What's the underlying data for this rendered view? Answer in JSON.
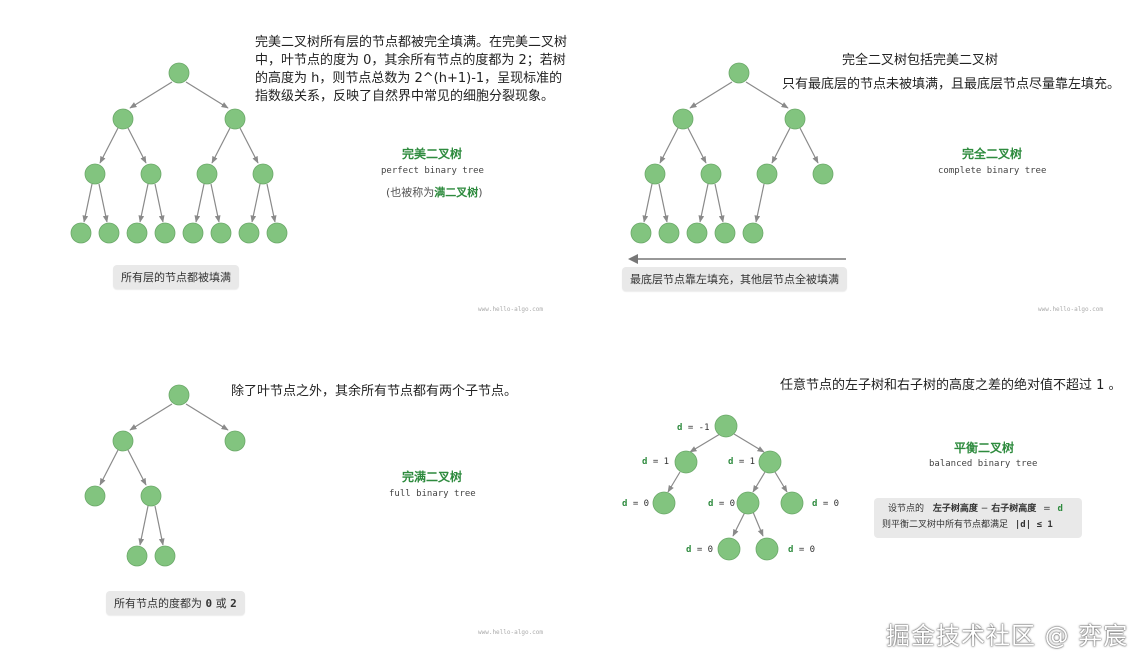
{
  "perfect": {
    "desc": "完美二叉树所有层的节点都被完全填满。在完美二叉树中，叶节点的度为 0，其余所有节点的度都为 2；若树的高度为 h，则节点总数为 2^(h+1)-1，呈现标准的指数级关系，反映了自然界中常见的细胞分裂现象。",
    "title_cn": "完美二叉树",
    "title_en": "perfect binary tree",
    "alias_prefix": "(也被称为",
    "alias_bold": "满二叉树",
    "alias_suffix": ")",
    "caption": "所有层的节点都被填满",
    "watermark": "www.hello-algo.com"
  },
  "complete": {
    "desc_line1": "完全二叉树包括完美二叉树",
    "desc_line2": "只有最底层的节点未被填满，且最底层节点尽量靠左填充。",
    "title_cn": "完全二叉树",
    "title_en": "complete binary tree",
    "caption": "最底层节点靠左填充，其他层节点全被填满",
    "watermark": "www.hello-algo.com"
  },
  "full": {
    "desc": "除了叶节点之外，其余所有节点都有两个子节点。",
    "title_cn": "完满二叉树",
    "title_en": "full binary tree",
    "caption_prefix": "所有节点的度都为",
    "caption_v1": "0",
    "caption_mid": "或",
    "caption_v2": "2",
    "watermark": "www.hello-algo.com"
  },
  "balanced": {
    "desc": "任意节点的左子树和右子树的高度之差的绝对值不超过 1 。",
    "title_cn": "平衡二叉树",
    "title_en": "balanced binary tree",
    "info_line1_prefix": "设节点的",
    "info_left": "左子树高度",
    "info_minus": "−",
    "info_right": "右子树高度",
    "info_eq": "=",
    "info_d": "d",
    "info_line2_prefix": "则平衡二叉树中所有节点都满足",
    "info_abs": "|d| ≤ 1",
    "d_labels": {
      "root": "= -1",
      "l": "= 1",
      "r": "= 1",
      "ll": "= 0",
      "rl": "= 0",
      "rr": "= 0",
      "rll": "= 0",
      "rlr": "= 0"
    },
    "d_letter": "d"
  },
  "brand": "掘金技术社区 @ 弈宸",
  "colors": {
    "node": "#82c47f",
    "edge": "#8a8a8a",
    "accent": "#2e8b3e",
    "caption_bg": "#e9e9e9"
  }
}
